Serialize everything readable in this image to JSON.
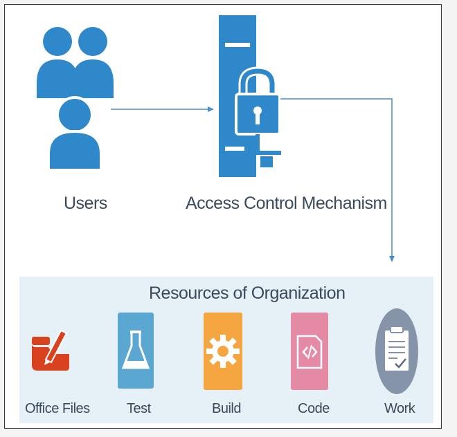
{
  "users": {
    "label": "Users"
  },
  "access_control": {
    "label": "Access Control Mechanism"
  },
  "resources": {
    "title": "Resources of Organization",
    "items": [
      {
        "label": "Office Files",
        "icon": "office-files-icon",
        "color": "#d9421f"
      },
      {
        "label": "Test",
        "icon": "flask-icon",
        "color": "#5aa7d2"
      },
      {
        "label": "Build",
        "icon": "gear-icon",
        "color": "#f6a641"
      },
      {
        "label": "Code",
        "icon": "code-file-icon",
        "color": "#e48aa4"
      },
      {
        "label": "Work",
        "icon": "clipboard-icon",
        "color": "#8694aa"
      }
    ]
  },
  "colors": {
    "accent_blue": "#2e88c9",
    "arrow": "#4a8cc0",
    "panel_bg": "#e6f1f7",
    "text": "#3a4a5c"
  }
}
